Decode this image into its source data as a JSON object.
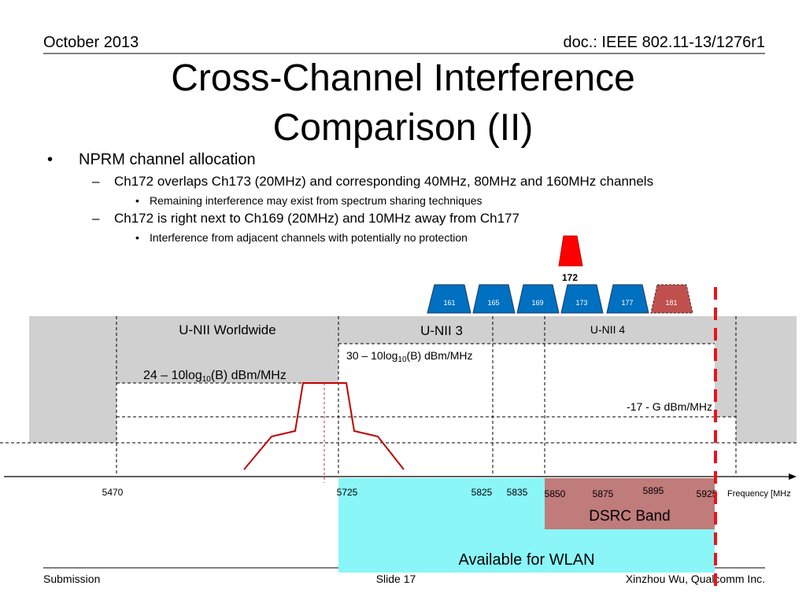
{
  "header": {
    "date": "October 2013",
    "doc_id": "doc.: IEEE 802.11-13/1276r1"
  },
  "title": {
    "line1": "Cross-Channel Interference",
    "line2": "Comparison (II)"
  },
  "bullets": {
    "main": {
      "marker": "•",
      "text": "NPRM channel allocation"
    },
    "items": [
      {
        "marker": "–",
        "text": "Ch172 overlaps Ch173 (20MHz) and corresponding 40MHz, 80MHz and 160MHz channels",
        "sub": {
          "marker": "•",
          "text": "Remaining interference may exist from spectrum sharing techniques"
        }
      },
      {
        "marker": "–",
        "text": "Ch172 is right next to Ch169 (20MHz) and 10MHz away from Ch177",
        "sub": {
          "marker": "•",
          "text": "Interference from adjacent channels with potentially no protection"
        }
      }
    ]
  },
  "diagram": {
    "proposed_channel": {
      "label": "172",
      "color": "#ff0000"
    },
    "channels": [
      {
        "label": "161",
        "color": "#0070c0"
      },
      {
        "label": "165",
        "color": "#0070c0"
      },
      {
        "label": "169",
        "color": "#0070c0"
      },
      {
        "label": "173",
        "color": "#0070c0"
      },
      {
        "label": "177",
        "color": "#0070c0"
      },
      {
        "label": "181",
        "color": "#c0504d"
      }
    ],
    "bands": {
      "worldwide": "U-NII Worldwide",
      "unii3": "U-NII 3",
      "unii4": "U-NII 4"
    },
    "limits": {
      "worldwide": {
        "prefix": "24 – 10log",
        "sub": "10",
        "suffix": "(B) dBm/MHz"
      },
      "unii3": {
        "prefix": "30 – 10log",
        "sub": "10",
        "suffix": "(B) dBm/MHz"
      },
      "unii4": "-17 - G dBm/MHz"
    },
    "axis": {
      "ticks": [
        "5470",
        "5725",
        "5825",
        "5835",
        "5850",
        "5875",
        "5895",
        "5925"
      ],
      "label": "Frequency [MHz"
    },
    "regions": {
      "dsrc": {
        "label": "DSRC Band",
        "color": "#c07b7b"
      },
      "wlan": {
        "label": "Available for WLAN",
        "color": "#8af6f8"
      }
    },
    "colors": {
      "restricted": "#d0d0d0",
      "mask": "#c00000",
      "boundary": "#e8141c"
    }
  },
  "footer": {
    "left": "Submission",
    "center": "Slide 17",
    "right": "Xinzhou Wu, Qualcomm Inc."
  }
}
